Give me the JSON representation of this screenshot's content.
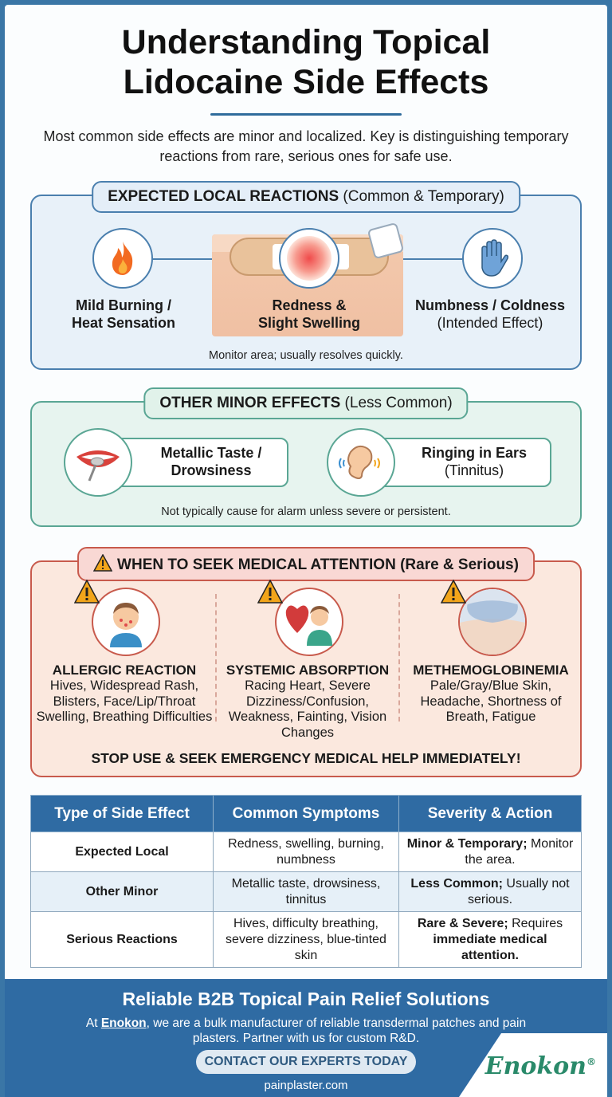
{
  "title_line1": "Understanding Topical",
  "title_line2": "Lidocaine Side Effects",
  "intro": "Most common side effects are minor and localized. Key is distinguishing temporary reactions from rare, serious ones for safe use.",
  "expected": {
    "heading_bold": "EXPECTED LOCAL REACTIONS",
    "heading_rest": " (Common & Temporary)",
    "items": [
      {
        "line1": "Mild Burning /",
        "line2": "Heat Sensation"
      },
      {
        "line1": "Redness &",
        "line2": "Slight Swelling"
      },
      {
        "line1": "Numbness / Coldness",
        "line2": "(Intended Effect)"
      }
    ],
    "note": "Monitor area; usually resolves quickly."
  },
  "minor": {
    "heading_bold": "OTHER MINOR EFFECTS",
    "heading_rest": " (Less Common)",
    "items": [
      {
        "line1": "Metallic Taste /",
        "line2": "Drowsiness"
      },
      {
        "line1": "Ringing in Ears",
        "line2": "(Tinnitus)"
      }
    ],
    "note": "Not typically cause for alarm unless severe or persistent."
  },
  "serious": {
    "heading_bold": "WHEN TO SEEK MEDICAL ATTENTION",
    "heading_rest": " (Rare & Serious)",
    "items": [
      {
        "title": "ALLERGIC REACTION",
        "symptoms": "Hives, Widespread Rash, Blisters, Face/Lip/Throat Swelling, Breathing Difficulties"
      },
      {
        "title": "SYSTEMIC ABSORPTION",
        "symptoms": "Racing Heart, Severe Dizziness/Confusion, Weakness, Fainting, Vision Changes"
      },
      {
        "title": "METHEMOGLOBINEMIA",
        "symptoms": "Pale/Gray/Blue Skin, Headache, Shortness of Breath, Fatigue"
      }
    ],
    "warning": "STOP USE & SEEK EMERGENCY MEDICAL HELP IMMEDIATELY!"
  },
  "table": {
    "headers": [
      "Type of Side Effect",
      "Common Symptoms",
      "Severity & Action"
    ],
    "rows": [
      {
        "type": "Expected Local",
        "symptoms": "Redness, swelling, burning, numbness",
        "sev_bold": "Minor & Temporary;",
        "sev_rest": " Monitor the area."
      },
      {
        "type": "Other Minor",
        "symptoms": "Metallic taste, drowsiness, tinnitus",
        "sev_bold": "Less Common;",
        "sev_rest": " Usually not serious."
      },
      {
        "type": "Serious Reactions",
        "symptoms": "Hives, difficulty breathing, severe dizziness, blue-tinted skin",
        "sev_bold": "Rare & Severe;",
        "sev_rest": " Requires ",
        "sev_bold2": "immediate medical attention."
      }
    ]
  },
  "footer": {
    "title": "Reliable B2B Topical Pain Relief Solutions",
    "text_pre": "At ",
    "brand_link": "Enokon",
    "text_post": ", we are a bulk manufacturer of reliable transdermal patches and pain plasters. Partner with us for custom R&D.",
    "cta": "CONTACT OUR EXPERTS TODAY",
    "url": "painplaster.com",
    "logo": "Enokon",
    "logo_mark": "®"
  },
  "colors": {
    "primary": "#2f6ba3",
    "minor": "#5aa694",
    "serious": "#c85a4c",
    "warning": "#f2a51a"
  },
  "icons": [
    "flame-icon",
    "inflamed-skin-icon",
    "hand-icon",
    "mouth-spoon-icon",
    "ear-icon",
    "warning-icon",
    "allergic-face-icon",
    "heart-dizzy-icon",
    "blue-skin-icon"
  ]
}
